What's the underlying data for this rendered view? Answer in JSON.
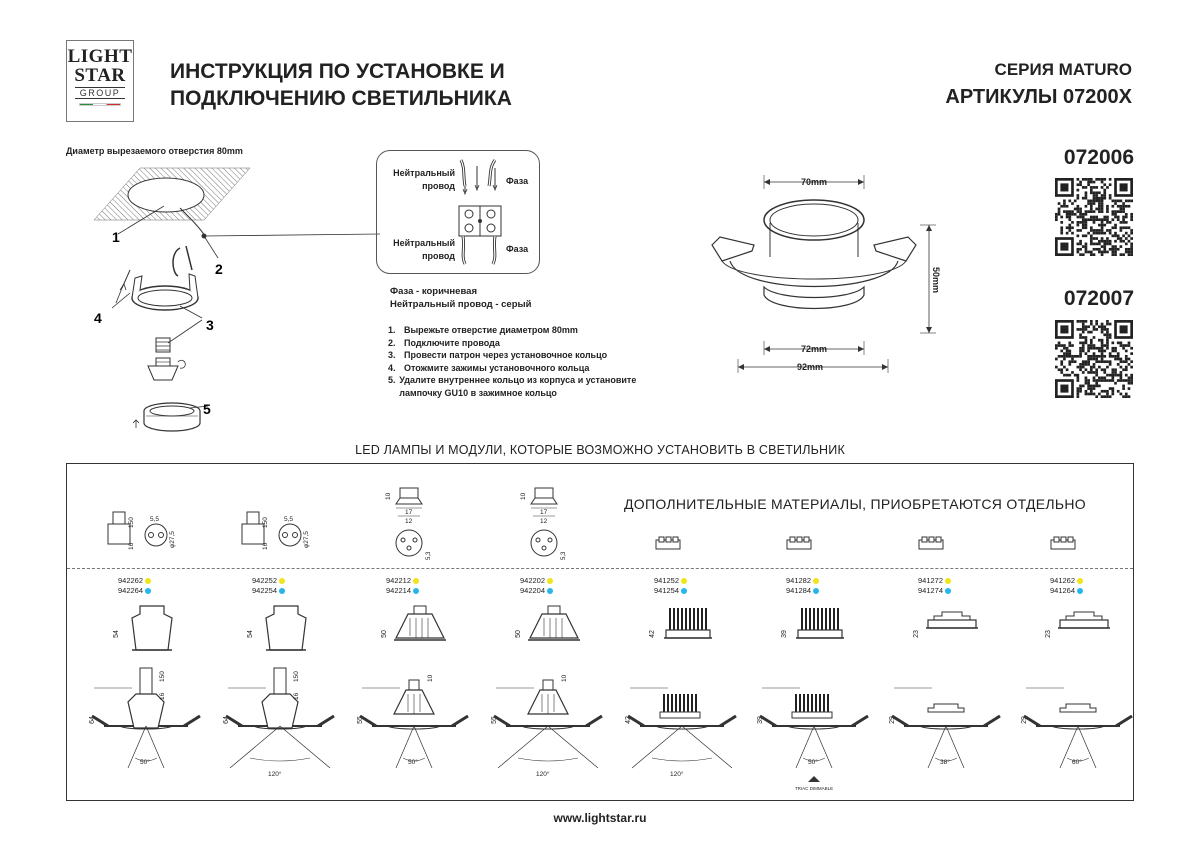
{
  "logo": {
    "line1": "LIGHT",
    "line2": "STAR",
    "line3": "GROUP"
  },
  "header": {
    "title": "ИНСТРУКЦИЯ ПО УСТАНОВКЕ И ПОДКЛЮЧЕНИЮ СВЕТИЛЬНИКА",
    "series": "СЕРИЯ MATURO",
    "articles": "АРТИКУЛЫ 07200X"
  },
  "articles": [
    {
      "code": "072006"
    },
    {
      "code": "072007"
    }
  ],
  "install": {
    "cut_hole_label": "Диаметр вырезаемого отверстия 80mm",
    "callouts": [
      "1",
      "2",
      "3",
      "4",
      "5"
    ]
  },
  "wiring": {
    "neutral_label": "Нейтральный провод",
    "phase_label": "Фаза",
    "phase_color_note": "Фаза - коричневая",
    "neutral_color_note": "Нейтральный провод - серый"
  },
  "steps": [
    {
      "n": "1.",
      "text": "Вырежьте отверстие диаметром 80mm"
    },
    {
      "n": "2.",
      "text": "Подключите провода"
    },
    {
      "n": "3.",
      "text": "Провести патрон через установочное кольцо"
    },
    {
      "n": "4.",
      "text": "Отожмите зажимы установочного кольца"
    },
    {
      "n": "5.",
      "text": "Удалите внутреннее кольцо из корпуса и установите лампочку GU10 в зажимное кольцо"
    }
  ],
  "dimensions": {
    "top": "70mm",
    "height": "50mm",
    "inner": "72mm",
    "outer": "92mm"
  },
  "led_section": {
    "title": "LED ЛАМПЫ И МОДУЛИ, КОТОРЫЕ ВОЗМОЖНО УСТАНОВИТЬ В СВЕТИЛЬНИК",
    "extra_title": "ДОПОЛНИТЕЛЬНЫЕ МАТЕРИАЛЫ, ПРИОБРЕТАЮТСЯ ОТДЕЛЬНО",
    "socket_dims": {
      "gu": {
        "h": "150",
        "base": "16",
        "pin": "5,5",
        "dia": "φ27,5"
      },
      "mr": {
        "h": "10",
        "w1": "17",
        "w2": "12",
        "pin": "5,3"
      }
    },
    "columns": [
      {
        "codes": [
          "942262",
          "942264"
        ],
        "lamp_h": "54",
        "inst_h": "64",
        "w_h": "150",
        "b_h": "16",
        "angle": "50°"
      },
      {
        "codes": [
          "942252",
          "942254"
        ],
        "lamp_h": "54",
        "inst_h": "64",
        "w_h": "150",
        "b_h": "16",
        "angle": "120°"
      },
      {
        "codes": [
          "942212",
          "942214"
        ],
        "lamp_h": "50",
        "inst_h": "55",
        "w_h": "10",
        "angle": "50°"
      },
      {
        "codes": [
          "942202",
          "942204"
        ],
        "lamp_h": "50",
        "inst_h": "55",
        "w_h": "10",
        "angle": "120°"
      },
      {
        "codes": [
          "941252",
          "941254"
        ],
        "lamp_h": "42",
        "inst_h": "42",
        "angle": "120°"
      },
      {
        "codes": [
          "941282",
          "941284"
        ],
        "lamp_h": "39",
        "inst_h": "39",
        "angle": "50°",
        "note": "TRIAC DIMMABLE"
      },
      {
        "codes": [
          "941272",
          "941274"
        ],
        "lamp_h": "23",
        "inst_h": "29",
        "angle": "38°"
      },
      {
        "codes": [
          "941262",
          "941264"
        ],
        "lamp_h": "23",
        "inst_h": "29",
        "angle": "60°"
      }
    ],
    "dot_colors": {
      "warm": "#f2e31a",
      "cold": "#28b6e8"
    }
  },
  "footer": {
    "url": "www.lightstar.ru"
  }
}
